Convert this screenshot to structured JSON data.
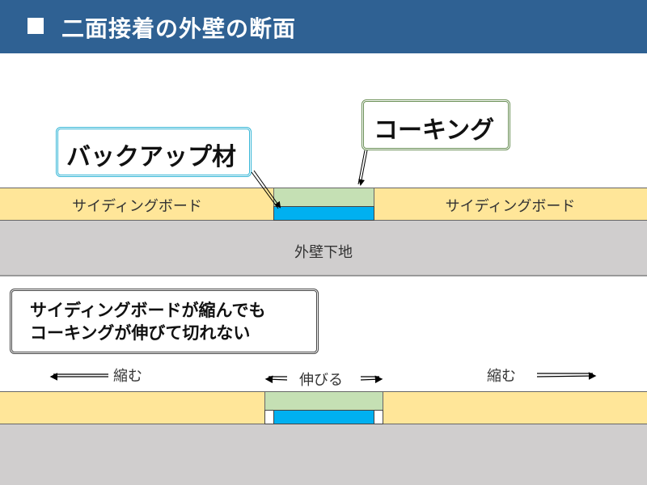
{
  "header": {
    "title": "二面接着の外壁の断面"
  },
  "top": {
    "siding_left": "サイディングボード",
    "siding_right": "サイディングボード",
    "base": "外壁下地",
    "callout_backer": "バックアップ材",
    "callout_caulk": "コーキング"
  },
  "bottom": {
    "note_line1": "サイディングボードが縮んでも",
    "note_line2": "コーキングが伸びて切れない",
    "shrink_left": "縮む",
    "stretch": "伸びる",
    "shrink_right": "縮む"
  },
  "colors": {
    "header": "#2f6193",
    "siding": "#ffe699",
    "caulk": "#c5e0b4",
    "backer": "#00b0f0",
    "base": "#d0cece"
  }
}
